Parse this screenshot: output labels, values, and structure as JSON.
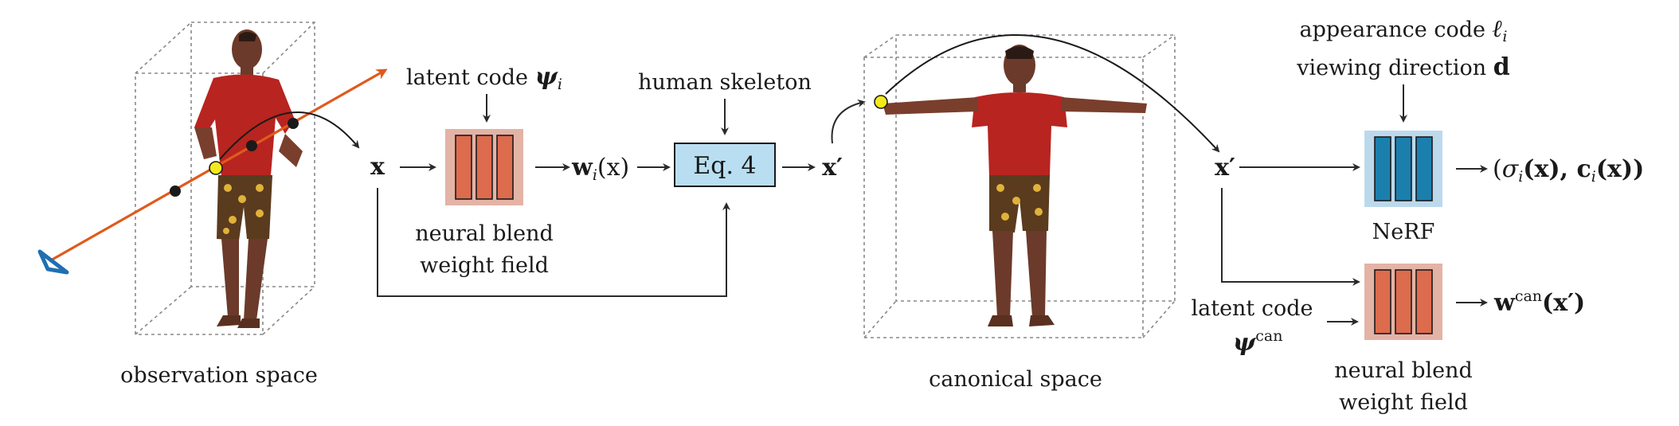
{
  "observation": {
    "caption": "observation space"
  },
  "blend1": {
    "latent_label": "latent code ",
    "latent_symbol": "ψ",
    "latent_sub": "i",
    "x_label": "x",
    "caption_line1": "neural blend",
    "caption_line2": "weight field",
    "out_w": "w",
    "out_sub": "i",
    "out_args": "(x)"
  },
  "eq": {
    "label": "Eq. 4",
    "top_label": "human skeleton",
    "out_label": "x′"
  },
  "canonical": {
    "caption": "canonical space"
  },
  "nerf": {
    "input_label": "x′",
    "appearance_label": "appearance code ",
    "appearance_symbol": "ℓ",
    "appearance_sub": "i",
    "viewing_label": "viewing direction ",
    "viewing_symbol": "d",
    "caption": "NeRF",
    "output_open": "(",
    "output_sigma": "σ",
    "output_sigma_sub": "i",
    "output_mid": "(x), ",
    "output_c": "c",
    "output_c_sub": "i",
    "output_close": "(x))"
  },
  "blend2": {
    "latent_label": "latent code",
    "latent_symbol": "ψ",
    "latent_sup": "can",
    "caption_line1": "neural blend",
    "caption_line2": "weight field",
    "out_w": "w",
    "out_sup": "can",
    "out_args": "(x′)"
  },
  "colors": {
    "mlp_fill": "#dd6b4d",
    "mlp_bg": "#e3b3a6",
    "nerf_fill": "#1b7fae",
    "nerf_bg": "#bcd9ec",
    "eq_fill": "#b9def2",
    "ray": "#e05a1e",
    "camera": "#1f6fb2",
    "sample_point": "#f2ea1a"
  }
}
